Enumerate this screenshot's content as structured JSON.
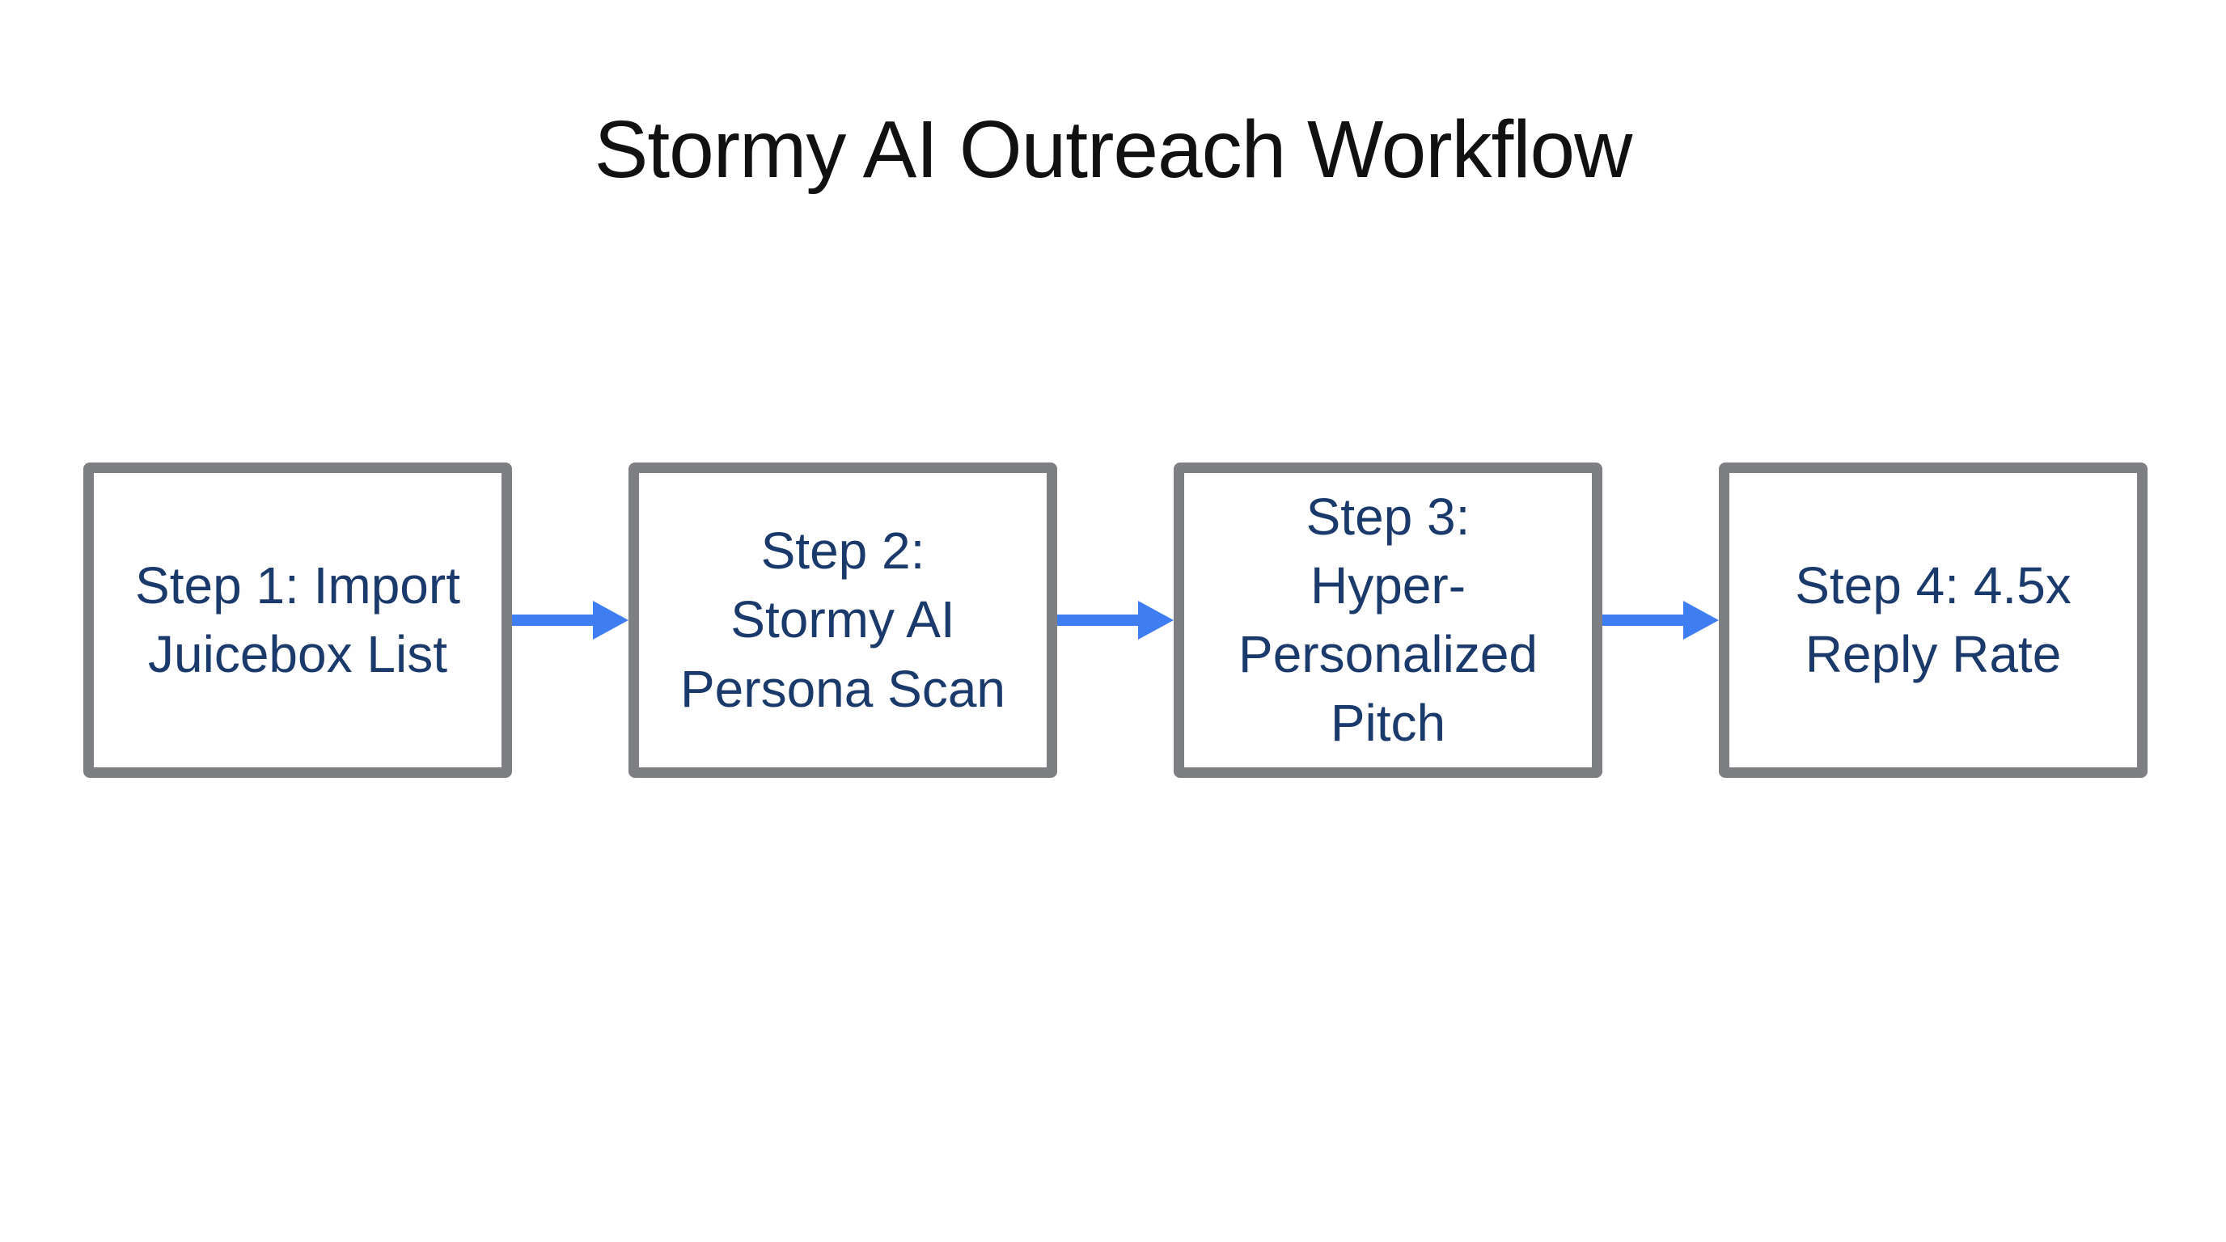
{
  "diagram": {
    "title": "Stormy AI Outreach Workflow",
    "steps": [
      {
        "id": "step-1",
        "label": "Step 1: Import\nJuicebox List"
      },
      {
        "id": "step-2",
        "label": "Step 2:\nStormy AI\nPersona Scan"
      },
      {
        "id": "step-3",
        "label": "Step 3:\nHyper-\nPersonalized\nPitch"
      },
      {
        "id": "step-4",
        "label": "Step 4: 4.5x\nReply Rate"
      }
    ],
    "connector": "right-arrow",
    "connector_count": 3
  },
  "colors": {
    "page-bg": "#ffffff",
    "title-text": "#111111",
    "box-border": "#7d7f82",
    "box-bg": "#fefefe",
    "box-text": "#1a3a6c",
    "arrow": "#3e7df2"
  }
}
